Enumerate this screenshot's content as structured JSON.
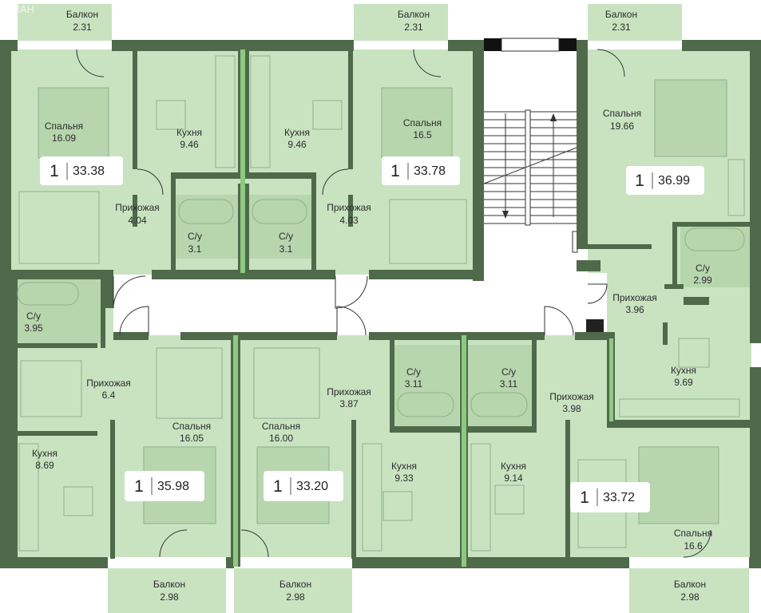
{
  "colors": {
    "wall": "#4f6a4a",
    "room": "#c9e3c1",
    "floor_alt": "#b9d8b0",
    "furniture": "#9fbf98",
    "stair": "#ffffff",
    "badge": "#ffffff"
  },
  "watermark": "ЦИАН",
  "rooms": [
    {
      "id": "r1",
      "name": "Балкон",
      "area": "2.31"
    },
    {
      "id": "r2",
      "name": "Балкон",
      "area": "2.31"
    },
    {
      "id": "r3",
      "name": "Балкон",
      "area": "2.31"
    },
    {
      "id": "r4",
      "name": "Спальня",
      "area": "16.09"
    },
    {
      "id": "r5",
      "name": "Кухня",
      "area": "9.46"
    },
    {
      "id": "r6",
      "name": "Кухня",
      "area": "9.46"
    },
    {
      "id": "r7",
      "name": "Спальня",
      "area": "16.5"
    },
    {
      "id": "r8",
      "name": "Спальня",
      "area": "19.66"
    },
    {
      "id": "r9",
      "name": "Прихожая",
      "area": "4.04"
    },
    {
      "id": "r10",
      "name": "С/у",
      "area": "3.1"
    },
    {
      "id": "r11",
      "name": "С/у",
      "area": "3.1"
    },
    {
      "id": "r12",
      "name": "Прихожая",
      "area": "4.03"
    },
    {
      "id": "r13",
      "name": "С/у",
      "area": "2.99"
    },
    {
      "id": "r14",
      "name": "Прихожая",
      "area": "3.96"
    },
    {
      "id": "r15",
      "name": "С/у",
      "area": "3.95"
    },
    {
      "id": "r16",
      "name": "Прихожая",
      "area": "6.4"
    },
    {
      "id": "r17",
      "name": "С/у",
      "area": "3.11"
    },
    {
      "id": "r18",
      "name": "С/у",
      "area": "3.11"
    },
    {
      "id": "r19",
      "name": "Прихожая",
      "area": "3.87"
    },
    {
      "id": "r20",
      "name": "Прихожая",
      "area": "3.98"
    },
    {
      "id": "r21",
      "name": "Кухня",
      "area": "9.69"
    },
    {
      "id": "r22",
      "name": "Спальня",
      "area": "16.05"
    },
    {
      "id": "r23",
      "name": "Спальня",
      "area": "16.00"
    },
    {
      "id": "r24",
      "name": "Кухня",
      "area": "8.69"
    },
    {
      "id": "r25",
      "name": "Кухня",
      "area": "9.33"
    },
    {
      "id": "r26",
      "name": "Кухня",
      "area": "9.14"
    },
    {
      "id": "r27",
      "name": "Спальня",
      "area": "16.6"
    },
    {
      "id": "r28",
      "name": "Балкон",
      "area": "2.98"
    },
    {
      "id": "r29",
      "name": "Балкон",
      "area": "2.98"
    },
    {
      "id": "r30",
      "name": "Балкон",
      "area": "2.98"
    }
  ],
  "apartments": [
    {
      "id": "a1",
      "rooms": "1",
      "area": "33.38"
    },
    {
      "id": "a2",
      "rooms": "1",
      "area": "33.78"
    },
    {
      "id": "a3",
      "rooms": "1",
      "area": "36.99"
    },
    {
      "id": "a4",
      "rooms": "1",
      "area": "35.98"
    },
    {
      "id": "a5",
      "rooms": "1",
      "area": "33.20"
    },
    {
      "id": "a6",
      "rooms": "1",
      "area": "33.72"
    }
  ]
}
